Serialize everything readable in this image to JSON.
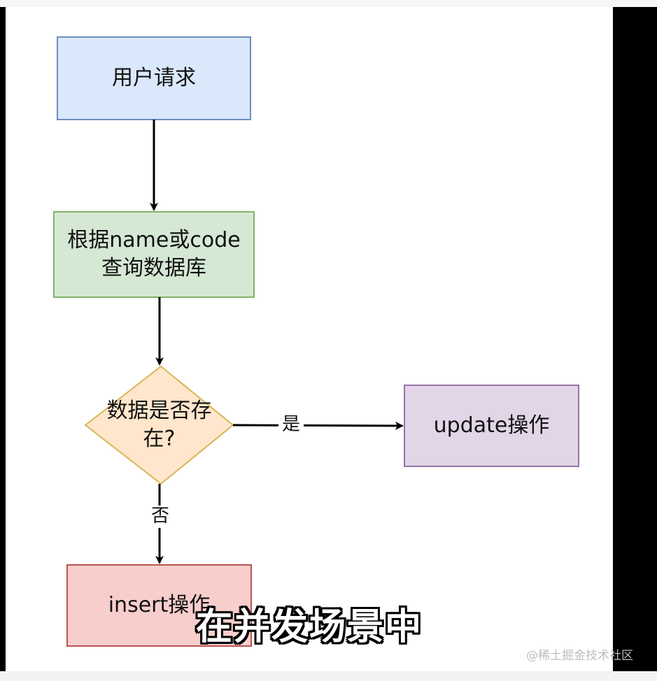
{
  "diagram": {
    "nodes": {
      "user_request": {
        "label": "用户请求",
        "fill": "#dae8fc",
        "stroke": "#6c8ebf"
      },
      "query_db": {
        "label": "根据name或code\n查询数据库",
        "fill": "#d5e8d4",
        "stroke": "#82b366"
      },
      "exists_check": {
        "label": "数据是否存\n在?",
        "fill": "#ffe6cc",
        "stroke": "#d6b656"
      },
      "update_op": {
        "label": "update操作",
        "fill": "#e1d5e7",
        "stroke": "#9673a6"
      },
      "insert_op": {
        "label": "insert操作",
        "fill": "#f8cecc",
        "stroke": "#b85450"
      }
    },
    "edges": {
      "yes_label": "是",
      "no_label": "否"
    }
  },
  "overlay": {
    "subtitle": "在并发场景中",
    "watermark": "@稀土掘金技术社区"
  }
}
